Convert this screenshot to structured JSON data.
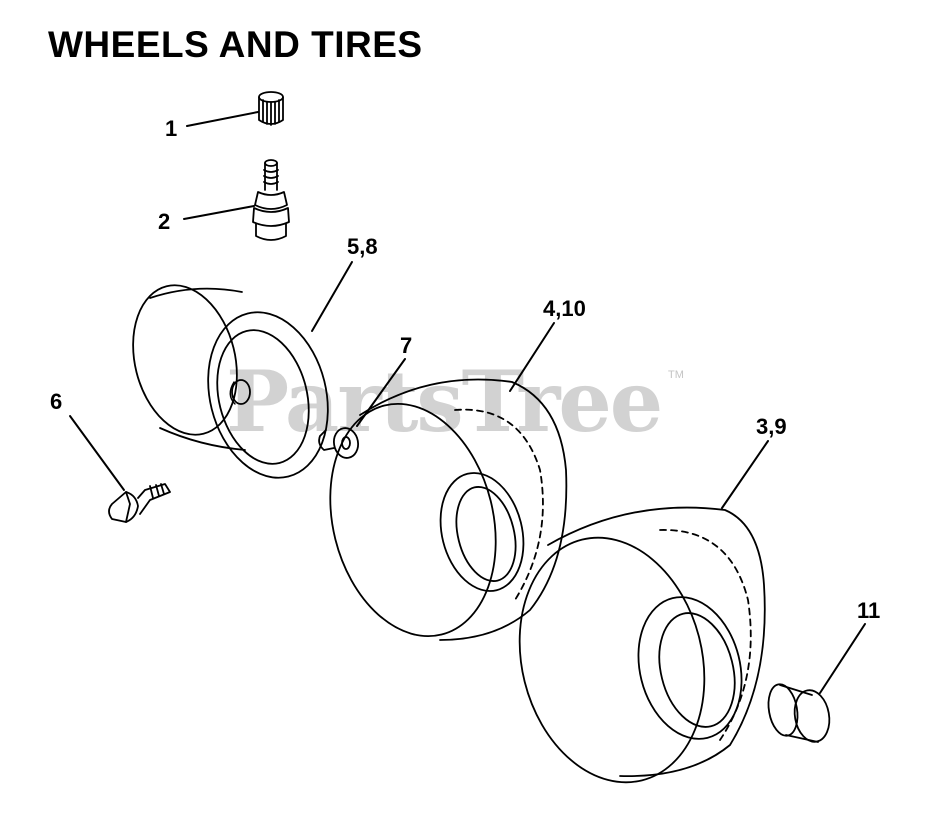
{
  "title": "WHEELS AND TIRES",
  "watermark": "PartsTree",
  "trademark": "TM",
  "callouts": [
    "1",
    "2",
    "5,8",
    "4,10",
    "7",
    "6",
    "3,9",
    "11"
  ],
  "parts": [
    {
      "callout": "1",
      "icon": "valve-cap-icon"
    },
    {
      "callout": "2",
      "icon": "valve-stem-icon"
    },
    {
      "callout": "5,8",
      "icon": "wheel-rim-icon"
    },
    {
      "callout": "6",
      "icon": "grease-fitting-icon"
    },
    {
      "callout": "7",
      "icon": "washer-icon"
    },
    {
      "callout": "4,10",
      "icon": "front-tire-icon"
    },
    {
      "callout": "3,9",
      "icon": "rear-tire-icon"
    },
    {
      "callout": "11",
      "icon": "hub-cap-icon"
    }
  ],
  "colors": {
    "line": "#000000",
    "watermark": "#d2d2d2",
    "background": "#ffffff"
  }
}
